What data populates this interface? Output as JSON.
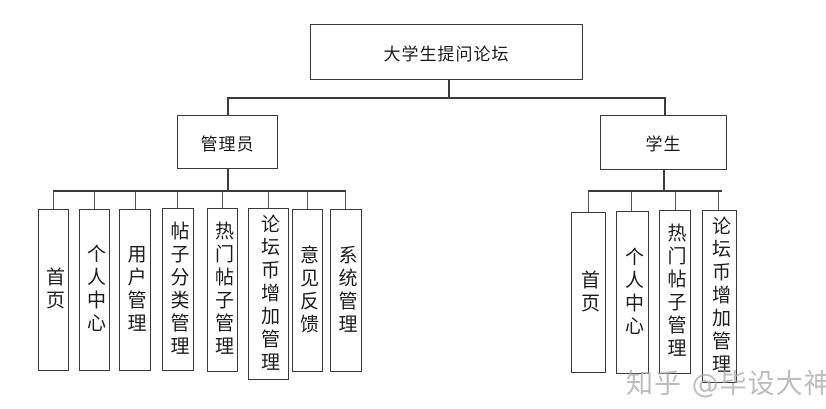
{
  "diagram": {
    "type": "org-tree",
    "root": {
      "label": "大学生提问论坛"
    },
    "branches": [
      {
        "label": "管理员",
        "children": [
          "首页",
          "个人中心",
          "用户管理",
          "帖子分类管理",
          "热门帖子管理",
          "论坛币增加管理",
          "意见反馈",
          "系统管理"
        ]
      },
      {
        "label": "学生",
        "children": [
          "首页",
          "个人中心",
          "热门帖子管理",
          "论坛币增加管理"
        ]
      }
    ],
    "colors": {
      "background": "#ffffff",
      "line": "#3c3c3c",
      "box_border": "#3a3a3a",
      "text": "#1c1c1c",
      "watermark": "#a8a8a8"
    },
    "watermark": "知乎 @毕设大神"
  }
}
